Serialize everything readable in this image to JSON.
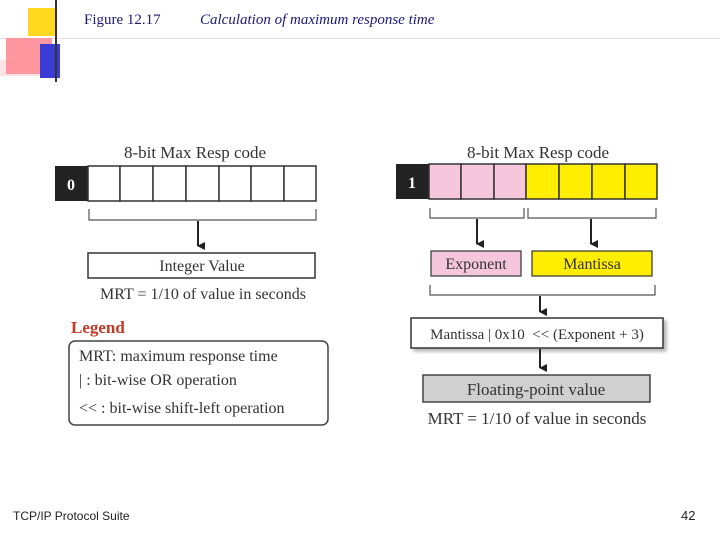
{
  "header": {
    "figure_label": "Figure 12.17",
    "figure_caption": "Calculation of maximum response time"
  },
  "diagram": {
    "left": {
      "code_title": "8-bit Max Resp code",
      "first_bit": "0",
      "integer_box": "Integer Value",
      "mrt_formula": "MRT = 1/10 of value in seconds"
    },
    "right": {
      "code_title": "8-bit Max Resp code",
      "first_bit": "1",
      "exponent_box": "Exponent",
      "mantissa_box": "Mantissa",
      "formula_box": "Mantissa | 0x10  << (Exponent + 3)",
      "float_box": "Floating-point value",
      "mrt_formula": "MRT = 1/10 of value in seconds"
    },
    "legend": {
      "title": "Legend",
      "lines": [
        "MRT: maximum response time",
        "| : bit-wise OR operation",
        "<< : bit-wise shift-left operation"
      ]
    },
    "colors": {
      "black_cell": "#222222",
      "pink_cell": "#f6c7dc",
      "yellow_cell": "#ffee00",
      "gray_box": "#d0d0d0",
      "legend_title": "#c0392b"
    }
  },
  "footer": {
    "left": "TCP/IP Protocol Suite",
    "page_number": "42"
  }
}
